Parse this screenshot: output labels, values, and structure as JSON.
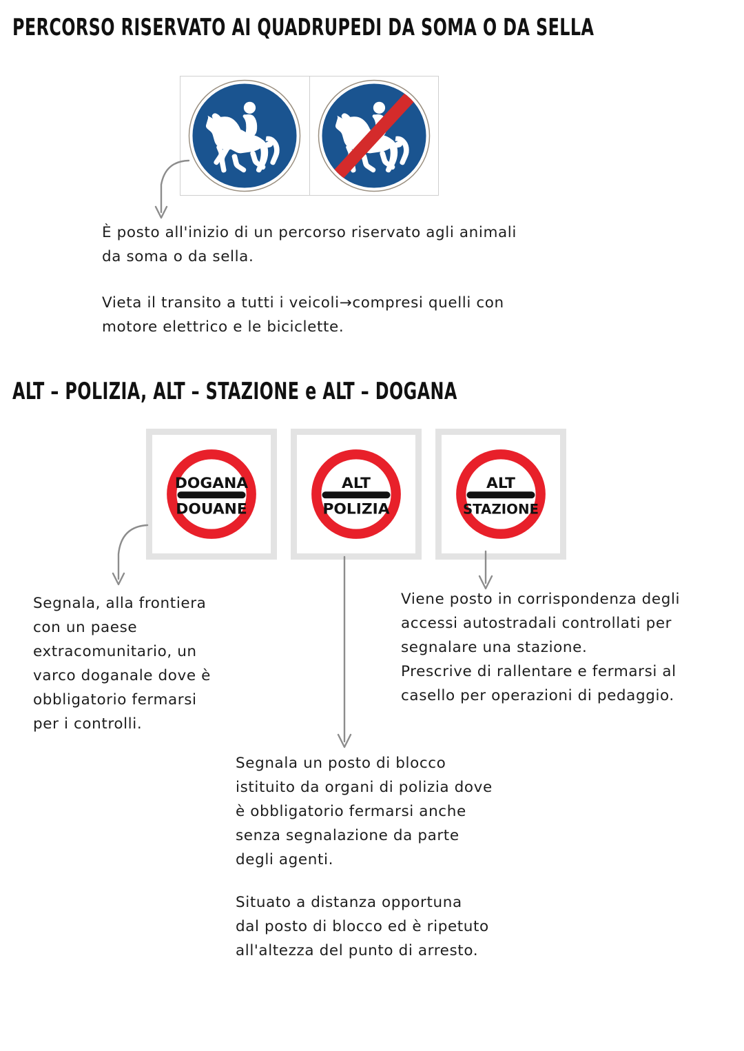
{
  "document": {
    "language": "it",
    "background_color": "#ffffff"
  },
  "sections": [
    {
      "heading": "PERCORSO RISERVATO AI QUADRUPEDI DA SOMA O DA SELLA"
    },
    {
      "heading": "ALT – POLIZIA, ALT – STAZIONE e ALT – DOGANA"
    }
  ],
  "headings": {
    "section1": "PERCORSO RISERVATO AI QUADRUPEDI DA SOMA O DA SELLA",
    "section2": "ALT – POLIZIA, ALT – STAZIONE e ALT – DOGANA"
  },
  "signs": {
    "horse_start": {
      "name": "percorso-riservato-quadrupedi",
      "shape": "circle",
      "background_color": "#1a5490",
      "symbol_color": "#ffffff",
      "description": "horse with rider silhouette"
    },
    "horse_end": {
      "name": "fine-percorso-riservato-quadrupedi",
      "shape": "circle",
      "background_color": "#1a5490",
      "symbol_color": "#ffffff",
      "slash_color": "#d42b2b",
      "description": "horse with rider silhouette crossed by red diagonal band"
    },
    "dogana": {
      "line1": "DOGANA",
      "line2": "DOUANE",
      "ring_color": "#e8202a",
      "bar_color": "#121212",
      "text_color": "#121212"
    },
    "polizia": {
      "line1": "ALT",
      "line2": "POLIZIA",
      "ring_color": "#e8202a",
      "bar_color": "#121212",
      "text_color": "#121212"
    },
    "stazione": {
      "line1": "ALT",
      "line2": "STAZIONE",
      "ring_color": "#e8202a",
      "bar_color": "#121212",
      "text_color": "#121212"
    }
  },
  "notes": {
    "horse_1": "È posto all'inizio di un percorso riservato agli animali\nda soma o da sella.",
    "horse_2": "Vieta il transito a tutti i veicoli→compresi quelli con\nmotore elettrico e le biciclette.",
    "dogana": "Segnala, alla frontiera\ncon un paese\nextracomunitario, un\nvarco doganale dove è\nobbligatorio fermarsi\nper i controlli.",
    "stazione": "Viene posto in corrispondenza degli\naccessi autostradali controllati per\nsegnalare una stazione.\nPrescrive di rallentare e fermarsi al\ncasello per operazioni di pedaggio.",
    "polizia_1": "Segnala un posto di blocco\nistituito da organi di polizia dove\nè obbligatorio fermarsi anche\nsenza segnalazione da parte\ndegli agenti.",
    "polizia_2": "Situato a distanza opportuna\ndal posto di blocco ed è ripetuto\nall'altezza del punto di arresto."
  },
  "connectors": {
    "arrow_color": "#8c8c8c",
    "items": [
      {
        "name": "arrow-to-horse-note",
        "style": "curved"
      },
      {
        "name": "arrow-to-dogana-note",
        "style": "curved"
      },
      {
        "name": "arrow-to-polizia-note",
        "style": "straight-long"
      },
      {
        "name": "arrow-to-stazione-note",
        "style": "straight-short"
      }
    ]
  }
}
